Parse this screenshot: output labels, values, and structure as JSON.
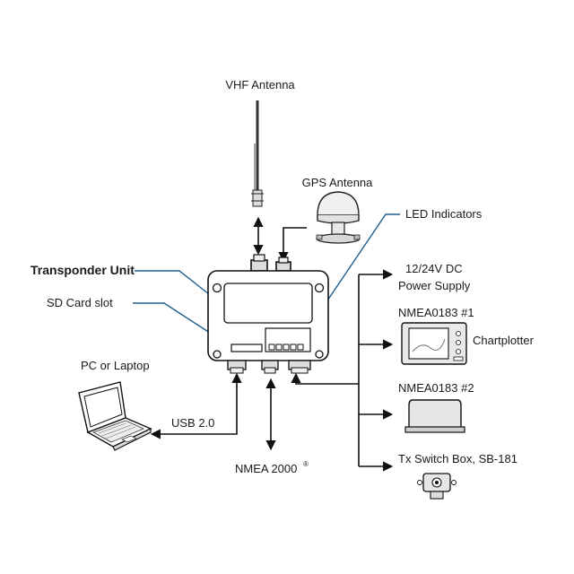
{
  "labels": {
    "vhf_antenna": "VHF Antenna",
    "gps_antenna": "GPS Antenna",
    "led_indicators": "LED Indicators",
    "transponder_unit": "Transponder Unit",
    "sd_card_slot": "SD Card slot",
    "power_supply_line1": "12/24V DC",
    "power_supply_line2": "Power Supply",
    "nmea0183_1": "NMEA0183 #1",
    "chartplotter": "Chartplotter",
    "nmea0183_2": "NMEA0183 #2",
    "tx_switch_box": "Tx Switch Box, SB-181",
    "pc_or_laptop": "PC or Laptop",
    "usb": "USB 2.0",
    "nmea2000": "NMEA 2000",
    "nmea2000_mark": "®"
  },
  "colors": {
    "line": "#111111",
    "leader": "#1f5f8f",
    "device_fill": "#e9e9e9",
    "device_dark": "#3a3a3a"
  }
}
